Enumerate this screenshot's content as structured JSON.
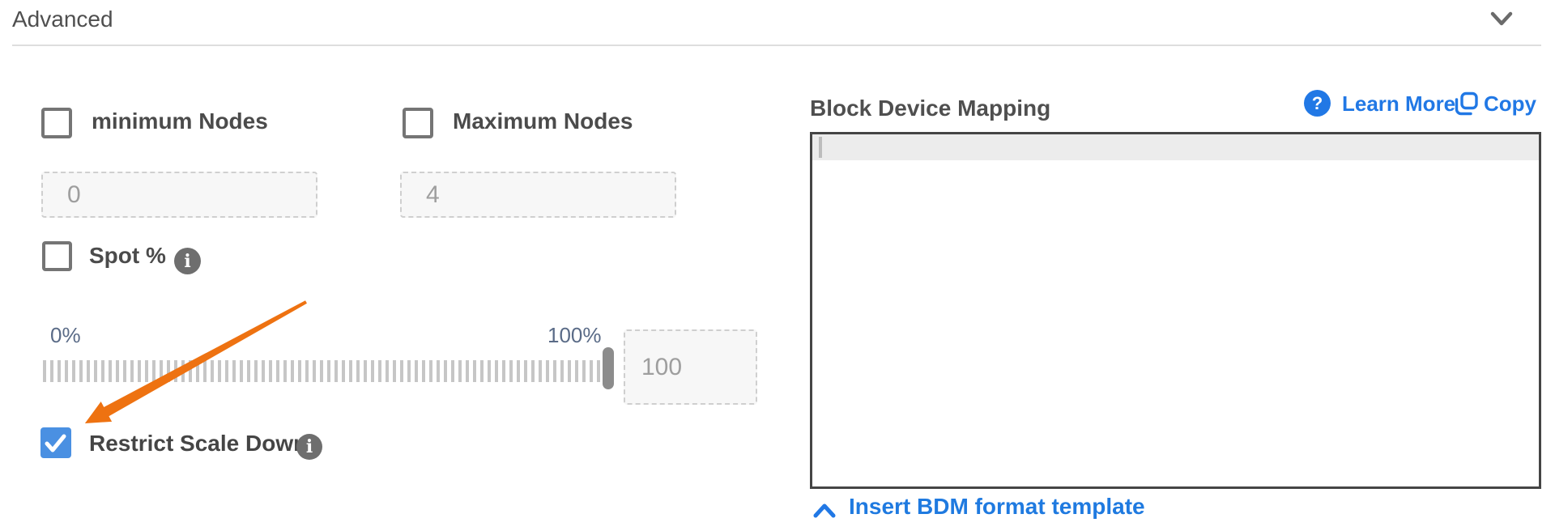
{
  "header": {
    "title": "Advanced"
  },
  "form": {
    "minimum_nodes": {
      "label": "minimum Nodes",
      "checked": false,
      "value": "0"
    },
    "maximum_nodes": {
      "label": "Maximum Nodes",
      "checked": false,
      "value": "4"
    },
    "spot": {
      "label": "Spot %",
      "checked": false
    },
    "slider": {
      "min_label": "0%",
      "max_label": "100%",
      "value": "100",
      "value_pct": 100
    },
    "restrict_scale_down": {
      "label": "Restrict Scale Down",
      "checked": true
    }
  },
  "bdm": {
    "title": "Block Device Mapping",
    "learn_more_label": "Learn More",
    "copy_label": "Copy",
    "editor_content": "",
    "insert_template_label": "Insert BDM format template"
  },
  "icons": {
    "help_glyph": "?",
    "info_glyph": "i"
  },
  "colors": {
    "link_blue": "#2178e5",
    "checkbox_blue": "#4a90e2",
    "arrow_orange": "#ee7211",
    "slider_label": "#5a6b87"
  }
}
